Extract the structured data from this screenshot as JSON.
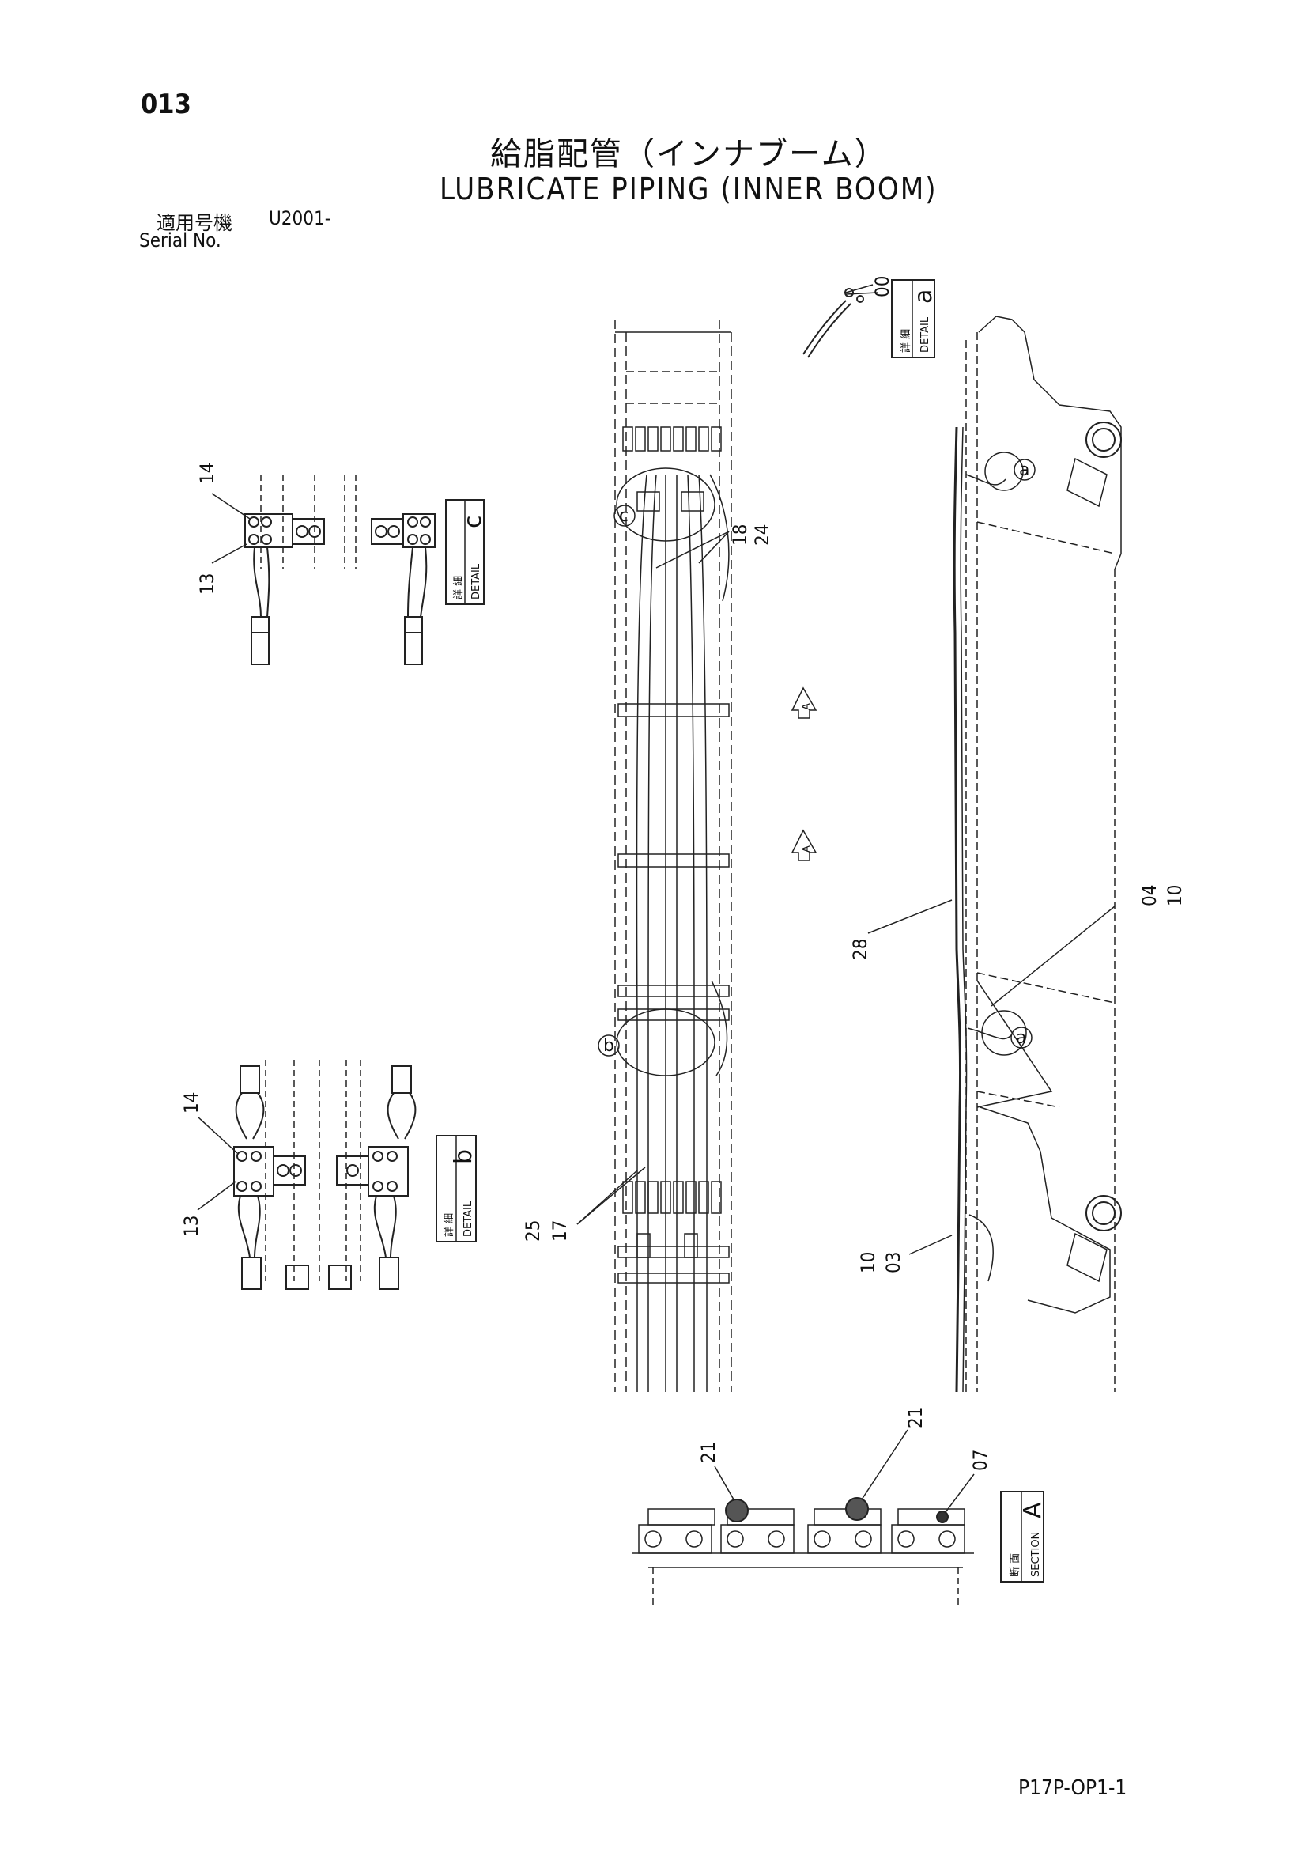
{
  "header": {
    "page_number": "013",
    "title_jp": "給脂配管（インナブーム）",
    "title_en": "LUBRICATE PIPING (INNER BOOM)",
    "serial_label_jp": "適用号機",
    "serial_value": "U2001-",
    "serial_label_en": "Serial No."
  },
  "details": {
    "detail_c": {
      "jp": "詳 細",
      "en": "DETAIL",
      "letter": "c",
      "callouts": [
        "14",
        "13"
      ]
    },
    "detail_b": {
      "jp": "詳 細",
      "en": "DETAIL",
      "letter": "b",
      "callouts": [
        "14",
        "13"
      ]
    },
    "detail_a": {
      "jp": "詳 細",
      "en": "DETAIL",
      "letter": "a",
      "callouts": [
        "00"
      ]
    },
    "section_a": {
      "jp": "断 面",
      "en": "SECTION",
      "letter": "A",
      "callouts": [
        "21",
        "21",
        "07"
      ]
    }
  },
  "top_view": {
    "circle_c": "c",
    "circle_b": "b",
    "callout_18_24": [
      "18",
      "24"
    ],
    "callout_25_17": [
      "25",
      "17"
    ],
    "section_arrow": "A"
  },
  "side_view": {
    "circle_a": "a",
    "callout_04_10": [
      "04",
      "10"
    ],
    "callout_28": "28",
    "callout_10_03": [
      "10",
      "03"
    ]
  },
  "footer": {
    "drawing_code": "P17P-OP1-1"
  }
}
